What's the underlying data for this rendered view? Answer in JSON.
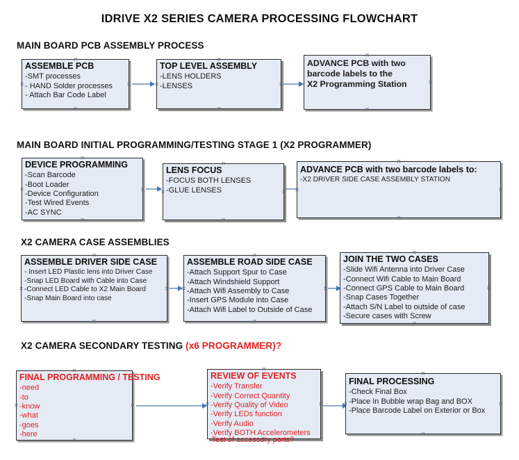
{
  "document": {
    "title": "IDRIVE X2  SERIES CAMERA PROCESSING FLOWCHART"
  },
  "sections": [
    {
      "id": "main-board-pcb-assembly",
      "header": "MAIN BOARD PCB ASSEMBLY PROCESS",
      "header_red": ""
    },
    {
      "id": "main-board-initial-programming",
      "header": "MAIN BOARD INITIAL PROGRAMMING/TESTING STAGE 1 (X2 PROGRAMMER)",
      "header_red": ""
    },
    {
      "id": "x2-camera-case-assemblies",
      "header": "X2 CAMERA CASE ASSEMBLIES",
      "header_red": ""
    },
    {
      "id": "x2-camera-secondary-testing",
      "header": "X2 CAMERA SECONDARY TESTING ",
      "header_red": "(x6 PROGRAMMER)?"
    }
  ],
  "boxes": {
    "assemble_pcb": {
      "title": "ASSEMBLE PCB",
      "lines": [
        "-SMT processes",
        "- HAND Solder processes",
        "- Attach Bar Code Label"
      ]
    },
    "top_level_assembly": {
      "title": "TOP LEVEL ASSEMBLY",
      "lines": [
        "-LENS HOLDERS",
        "-LENSES"
      ]
    },
    "advance_pcb_station": {
      "title": "",
      "lines": [
        "ADVANCE PCB with two",
        "barcode labels to the",
        " X2 Programming Station"
      ]
    },
    "device_programming": {
      "title": "DEVICE PROGRAMMING",
      "lines": [
        "-Scan Barcode",
        "-Boot Loader",
        "-Device Configuration",
        "-Test Wired Events",
        "-AC SYNC"
      ]
    },
    "lens_focus": {
      "title": "LENS FOCUS",
      "lines": [
        "-FOCUS BOTH LENSES",
        "-GLUE LENSES"
      ]
    },
    "advance_pcb_driver_side": {
      "title": "ADVANCE PCB with two barcode labels to:",
      "lines": [
        "-X2 DRIVER  SIDE  CASE  ASSEMBLY STATION"
      ]
    },
    "assemble_driver_side_case": {
      "title": "ASSEMBLE DRIVER SIDE CASE",
      "lines": [
        "- Insert LED Plastic lens into Driver Case",
        "-Snap LED Board with Cable into Case",
        "-Connect LED Cable to X2 Main Board",
        "-Snap Main Board into case"
      ]
    },
    "assemble_road_side_case": {
      "title": "ASSEMBLE ROAD SIDE CASE",
      "lines": [
        "-Attach Support Spur to Case",
        "-Attach Windshield Support",
        "-Attach Wifi Assembly to Case",
        "-Insert GPS Module into Case",
        "-Attach Wifi Label to Outside of Case"
      ]
    },
    "join_the_two_cases": {
      "title": "JOIN THE TWO CASES",
      "lines": [
        "-Slide Wifi Antenna into Driver Case",
        "-Connect Wifi Cable to Main Board",
        "-Connect GPS Cable to Main Board",
        "-Snap Cases Together",
        "-Attach S/N Label to outside of case",
        "-Secure cases with Screw"
      ]
    },
    "final_programming_testing": {
      "title": "FINAL PROGRAMMING / TESTING",
      "lines": [
        "-need",
        "-to",
        "-know",
        "-what",
        "-goes",
        "-here"
      ]
    },
    "review_of_events": {
      "title": "REVIEW OF EVENTS",
      "lines": [
        "-Verify Transfer",
        "-Verify Correct Quantity",
        "-Verify Quality of Video",
        "-Verify LEDs function",
        "-Verify Audio",
        "-Verify BOTH Accelerometers"
      ],
      "overflow_line": "-Test of accessory ports?"
    },
    "final_processing": {
      "title": "FINAL PROCESSING",
      "lines": [
        " -Check Final Box",
        "-Place In Bubble wrap Bag and BOX",
        "-Place Barcode Label on Exterior or Box"
      ]
    }
  },
  "colors": {
    "box_fill": "#e5ebf5",
    "box_border": "#2b2b2b",
    "box_shadow": "#9a9a9a",
    "connector_line": "#8fa9c4",
    "arrow_head": "#3f74c0",
    "text_black": "#101010",
    "text_red": "#e02020",
    "handle": "#5a6b86",
    "background": "#ffffff"
  },
  "handle_glyph": "✕"
}
